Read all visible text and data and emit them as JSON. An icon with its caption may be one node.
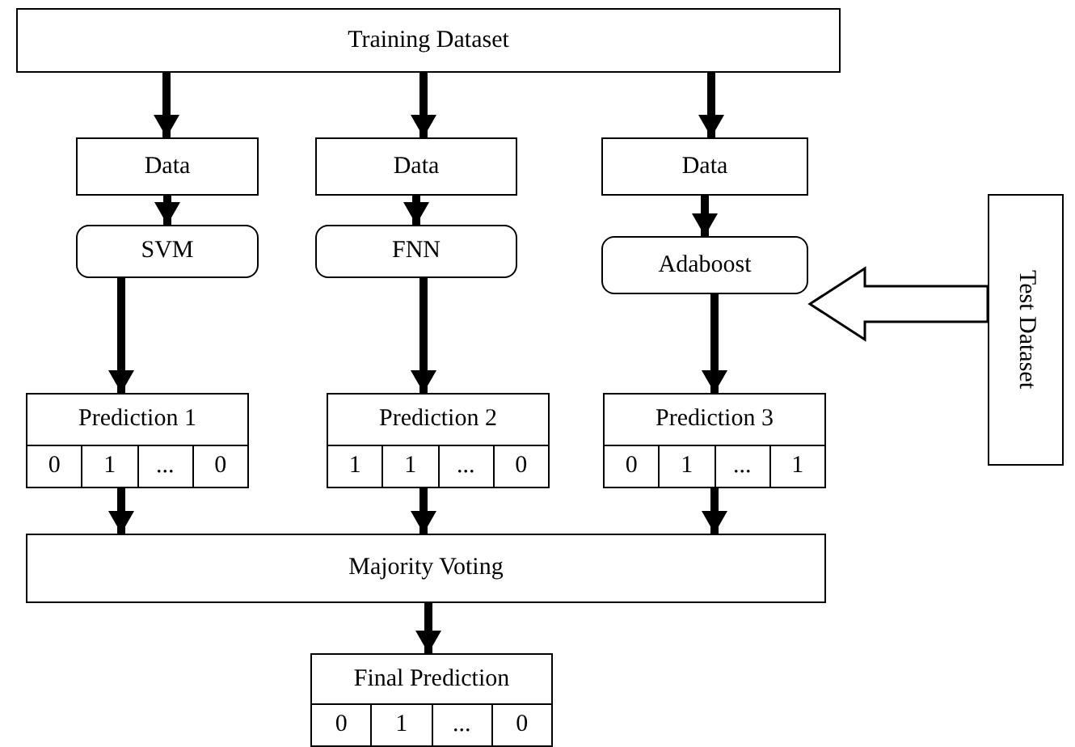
{
  "diagram": {
    "nodes": [
      {
        "text": [
          "Training Dataset"
        ]
      },
      {
        "text": [
          "Data"
        ]
      },
      {
        "text": [
          "Data"
        ]
      },
      {
        "text": [
          "Data"
        ]
      },
      {
        "text": [
          "SVM"
        ]
      },
      {
        "text": [
          "FNN"
        ]
      },
      {
        "text": [
          "Adaboost"
        ]
      },
      {
        "text": [
          "Prediction 1",
          "0",
          "1",
          "...",
          "0"
        ]
      },
      {
        "text": [
          "Prediction 2",
          "1",
          "1",
          "...",
          "0"
        ]
      },
      {
        "text": [
          "Prediction 3",
          "0",
          "1",
          "...",
          "1"
        ]
      },
      {
        "text": [
          "Majority Voting"
        ]
      },
      {
        "text": [
          "Final Prediction",
          "0",
          "1",
          "...",
          "0"
        ]
      },
      {
        "text": [
          "Test Dataset"
        ]
      }
    ],
    "edges": [
      {
        "from": 0,
        "to": 1,
        "arrow": "to"
      },
      {
        "from": 0,
        "to": 2,
        "arrow": "to"
      },
      {
        "from": 0,
        "to": 3,
        "arrow": "to"
      },
      {
        "from": 1,
        "to": 4,
        "arrow": "to"
      },
      {
        "from": 2,
        "to": 5,
        "arrow": "to"
      },
      {
        "from": 3,
        "to": 6,
        "arrow": "to"
      },
      {
        "from": 4,
        "to": 7,
        "arrow": "to"
      },
      {
        "from": 5,
        "to": 8,
        "arrow": "to"
      },
      {
        "from": 6,
        "to": 9,
        "arrow": "to"
      },
      {
        "from": 7,
        "to": 10,
        "arrow": "to"
      },
      {
        "from": 8,
        "to": 10,
        "arrow": "to"
      },
      {
        "from": 9,
        "to": 10,
        "arrow": "to"
      },
      {
        "from": 10,
        "to": 11,
        "arrow": "to"
      },
      {
        "from": 12,
        "to": 6,
        "arrow": "to",
        "style": "thick"
      }
    ]
  }
}
